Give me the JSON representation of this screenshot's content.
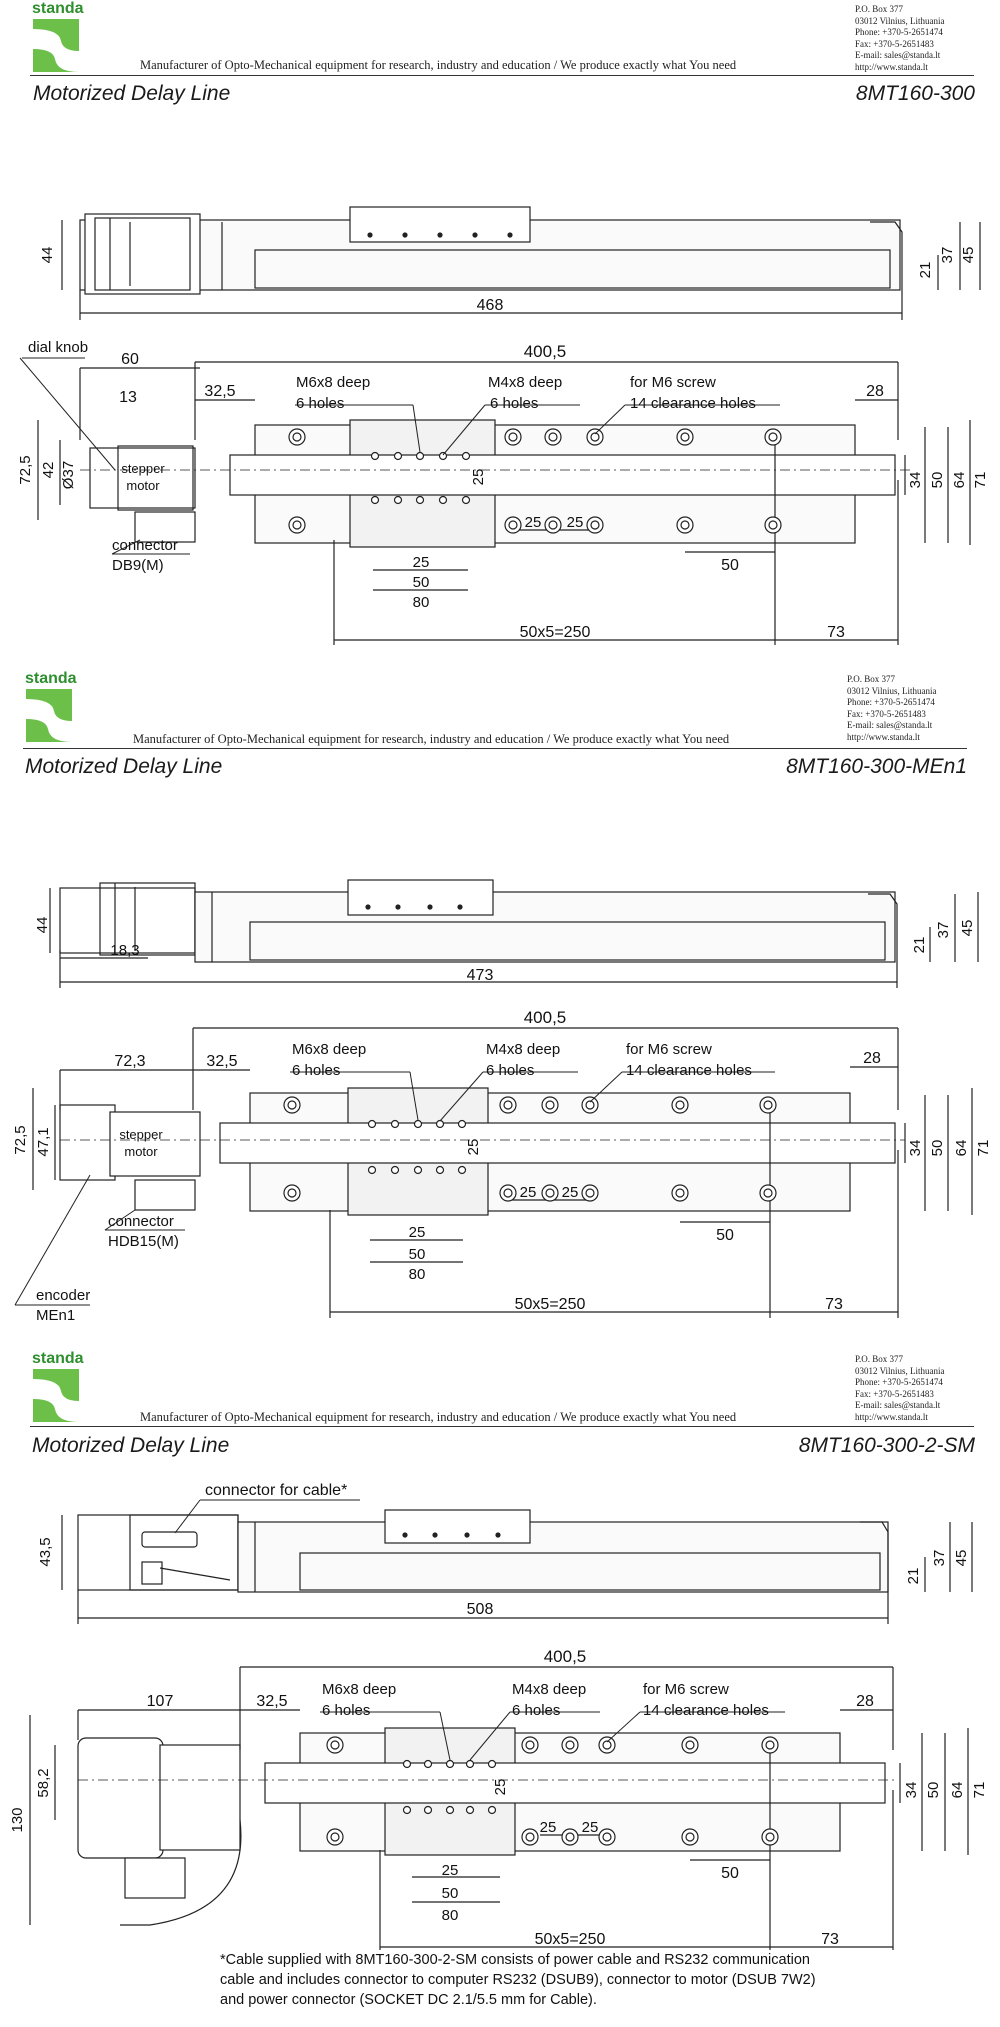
{
  "company": {
    "logo_text": "standa",
    "address_lines": [
      "P.O. Box 377",
      "03012 Vilnius, Lithuania",
      "Phone: +370-5-2651474",
      "Fax: +370-5-2651483",
      "E-mail: sales@standa.lt",
      "http://www.standa.lt"
    ],
    "tagline": "Manufacturer of Opto-Mechanical equipment for research, industry and education / We produce exactly what You need"
  },
  "sheets": [
    {
      "title": "Motorized Delay Line",
      "model": "8MT160-300",
      "side": {
        "height_left": "44",
        "h_21": "21",
        "h_37": "37",
        "h_45": "45",
        "length": "468"
      },
      "top": {
        "dial_knob": "dial knob",
        "dim_60": "60",
        "dim_13": "13",
        "dim_32_5": "32,5",
        "dim_400_5": "400,5",
        "dim_28": "28",
        "m6": "M6x8 deep",
        "m6_holes": "6 holes",
        "m4": "M4x8 deep",
        "m4_holes": "6 holes",
        "m6screw": "for M6 screw",
        "clearance": "14 clearance holes",
        "stepper1": "stepper",
        "stepper2": "motor",
        "v_72_5": "72,5",
        "v_42": "42",
        "v_37": "Ø37",
        "v_25": "25",
        "v_34": "34",
        "v_50": "50",
        "v_64": "64",
        "v_71": "71",
        "b_25a": "25",
        "b_25b": "25",
        "b_25c": "25",
        "b_50": "50",
        "b_50r": "50",
        "b_80": "80",
        "b_250": "50x5=250",
        "b_73": "73",
        "connector": "connector",
        "connector_type": "DB9(M)"
      }
    },
    {
      "title": "Motorized Delay Line",
      "model": "8MT160-300-MEn1",
      "side": {
        "height_left": "44",
        "h_21": "21",
        "h_37": "37",
        "h_45": "45",
        "length": "473",
        "dim_18_3": "18,3"
      },
      "top": {
        "dim_72_3": "72,3",
        "dim_32_5": "32,5",
        "dim_400_5": "400,5",
        "dim_28": "28",
        "m6": "M6x8 deep",
        "m6_holes": "6 holes",
        "m4": "M4x8 deep",
        "m4_holes": "6 holes",
        "m6screw": "for M6 screw",
        "clearance": "14 clearance holes",
        "stepper1": "stepper",
        "stepper2": "motor",
        "v_72_5": "72,5",
        "v_47_1": "47,1",
        "v_25": "25",
        "v_34": "34",
        "v_50": "50",
        "v_64": "64",
        "v_71": "71",
        "b_25a": "25",
        "b_25b": "25",
        "b_25c": "25",
        "b_50": "50",
        "b_50r": "50",
        "b_80": "80",
        "b_250": "50x5=250",
        "b_73": "73",
        "connector": "connector",
        "connector_type": "HDB15(M)",
        "encoder": "encoder",
        "encoder_type": "MEn1"
      }
    },
    {
      "title": "Motorized Delay Line",
      "model": "8MT160-300-2-SM",
      "side": {
        "height_left": "43,5",
        "h_21": "21",
        "h_37": "37",
        "h_45": "45",
        "length": "508",
        "cable_connector": "connector for cable*"
      },
      "top": {
        "dim_107": "107",
        "dim_32_5": "32,5",
        "dim_400_5": "400,5",
        "dim_28": "28",
        "m6": "M6x8 deep",
        "m6_holes": "6 holes",
        "m4": "M4x8 deep",
        "m4_holes": "6 holes",
        "m6screw": "for M6 screw",
        "clearance": "14 clearance holes",
        "v_130": "130",
        "v_58_2": "58,2",
        "v_25": "25",
        "v_34": "34",
        "v_50": "50",
        "v_64": "64",
        "v_71": "71",
        "b_25a": "25",
        "b_25b": "25",
        "b_25c": "25",
        "b_50": "50",
        "b_50r": "50",
        "b_80": "80",
        "b_250": "50x5=250",
        "b_73": "73"
      }
    }
  ],
  "footnote": "*Cable supplied with 8MT160-300-2-SM consists of power cable and RS232 communication cable and includes connector to computer RS232 (DSUB9), connector to motor (DSUB 7W2) and power connector (SOCKET DC 2.1/5.5 mm for Cable)."
}
